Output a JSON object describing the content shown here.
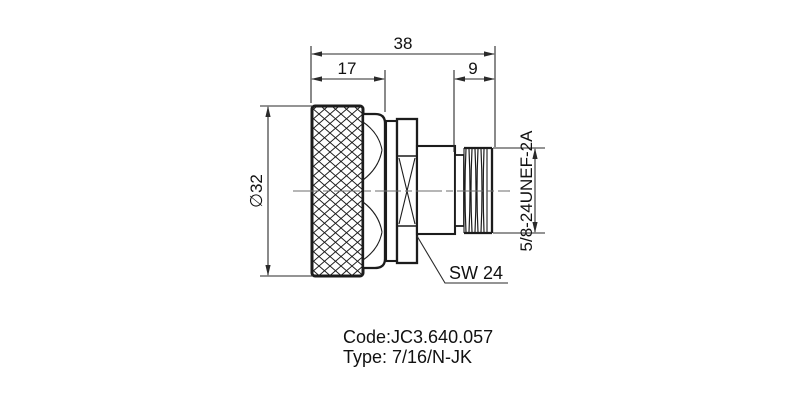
{
  "dimensions": {
    "overall_length": "38",
    "front_length": "17",
    "thread_length": "9",
    "body_diameter": "∅32",
    "thread_spec": "5/8-24UNEF-2A",
    "wrench_size": "SW 24"
  },
  "footer": {
    "code_line": "Code:JC3.640.057",
    "type_line": "Type: 7/16/N-JK"
  },
  "colors": {
    "outline": "#1c1c1c",
    "dimension_lines": "#2a2a2a",
    "centerline": "#6e6e6e",
    "background": "#ffffff"
  }
}
